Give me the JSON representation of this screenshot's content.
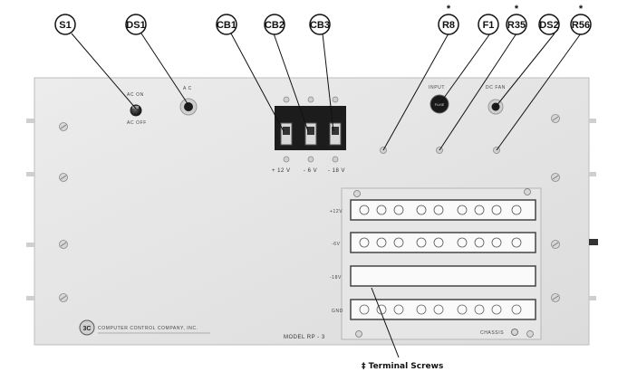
{
  "callouts": {
    "s1": "S1",
    "ds1": "DS1",
    "cb1": "CB1",
    "cb2": "CB2",
    "cb3": "CB3",
    "r8": "R8",
    "f1": "F1",
    "r35": "R35",
    "ds2": "DS2",
    "r56": "R56",
    "asterisk": "*"
  },
  "panel": {
    "ac_on": "AC ON",
    "ac_off": "AC OFF",
    "ac": "A C",
    "input": "INPUT",
    "fuse": "FUSE",
    "dc_fan": "DC FAN",
    "v12": "+ 12 V",
    "v6": "- 6 V",
    "v18": "- 18 V",
    "company": "COMPUTER CONTROL COMPANY, INC.",
    "model": "MODEL RP - 3",
    "chassis": "CHASSIS",
    "logo": "3C",
    "row_labels": [
      "+12V",
      "-6V",
      "-18V",
      "GND"
    ]
  },
  "caption": "‡ Terminal Screws"
}
